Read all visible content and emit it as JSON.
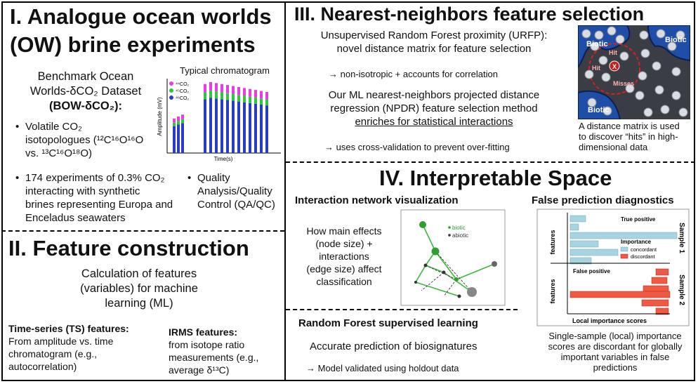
{
  "s1": {
    "title_l1": "I. Analogue ocean worlds",
    "title_l2": "(OW) brine experiments",
    "dataset_l1": "Benchmark Ocean",
    "dataset_l2": "Worlds-δCO₂ Dataset",
    "dataset_l3": "(BOW-δCO₂):",
    "bullet1_l1": "Volatile CO₂",
    "bullet1_l2": "isotopologues (¹²C¹⁶O¹⁶O",
    "bullet1_l3": "vs. ¹³C¹⁶O¹⁸O)",
    "bullet2_l1": "174 experiments of 0.3% CO₂",
    "bullet2_l2": "interacting with synthetic",
    "bullet2_l3": "brines representing Europa and",
    "bullet2_l4": "Enceladus seawaters",
    "bullet3_l1": "Quality",
    "bullet3_l2": "Analysis/Quality",
    "bullet3_l3": "Control (QA/QC)"
  },
  "chromatogram": {
    "title": "Typical chromatogram",
    "ylabel": "Amplitude (mV)",
    "xlabel": "Time(s)",
    "legend": [
      "⁴⁴CO₂",
      "⁴⁵CO₂",
      "⁴⁶CO₂"
    ],
    "colors": [
      "#e83ee0",
      "#2ec83a",
      "#2a3bc8"
    ]
  },
  "s2": {
    "title": "II. Feature construction",
    "calc_l1": "Calculation of features",
    "calc_l2": "(variables) for machine",
    "calc_l3": "learning (ML)",
    "ts_title": "Time-series (TS) features:",
    "ts_l1": "From amplitude vs. time",
    "ts_l2": "chromatogram (e.g.,",
    "ts_l3": "autocorrelation)",
    "irms_title": "IRMS features:",
    "irms_l1": "from isotope ratio",
    "irms_l2": "measurements (e.g.,",
    "irms_l3": "average δ¹³C)"
  },
  "s3": {
    "title": "III. Nearest-neighbors feature selection",
    "urfp_l1": "Unsupervised Random Forest proximity (URFP):",
    "urfp_l2": "novel distance matrix for feature selection",
    "urfp_note": "→ non-isotropic + accounts for correlation",
    "npdr_l1": "Our ML nearest-neighbors projected distance",
    "npdr_l2": "regression (NPDR) feature selection method",
    "npdr_l3": "enriches for statistical interactions",
    "npdr_note": "→ uses cross-validation to prevent over-fitting",
    "dm_biotic1": "Biotic",
    "dm_biotic2": "Biotic",
    "dm_biotic3": "Biotic",
    "dm_hit1": "Hit",
    "dm_hit2": "Hit",
    "dm_x": "X",
    "dm_misses": "Misses",
    "caption_l1": "A distance matrix is used",
    "caption_l2": "to discover “hits” in high-",
    "caption_l3": "dimensional data"
  },
  "s4": {
    "title": "IV. Interpretable Space",
    "net_title": "Interaction network visualization",
    "net_l1": "How main effects",
    "net_l2": "(node size) +",
    "net_l3": "interactions",
    "net_l4": "(edge size) affect",
    "net_l5": "classification",
    "legend_biotic": "biotic",
    "legend_abiotic": "abiotic",
    "rf_title": "Random Forest supervised learning",
    "rf_l1": "Accurate prediction of biosignatures",
    "rf_note": "→ Model validated using holdout data",
    "fp_title": "False prediction diagnostics",
    "tp_label": "True positive",
    "fp_label": "False positive",
    "sample1": "Sample 1",
    "sample2": "Sample 2",
    "features1": "features",
    "features2": "features",
    "importance": "Importance",
    "concordant": "concordant",
    "discordant": "discordant",
    "xlabel": "Local importance scores",
    "caption_l1": "Single-sample (local) importance",
    "caption_l2": "scores are discordant for globally",
    "caption_l3": "important variables in false",
    "caption_l4": "predictions"
  }
}
